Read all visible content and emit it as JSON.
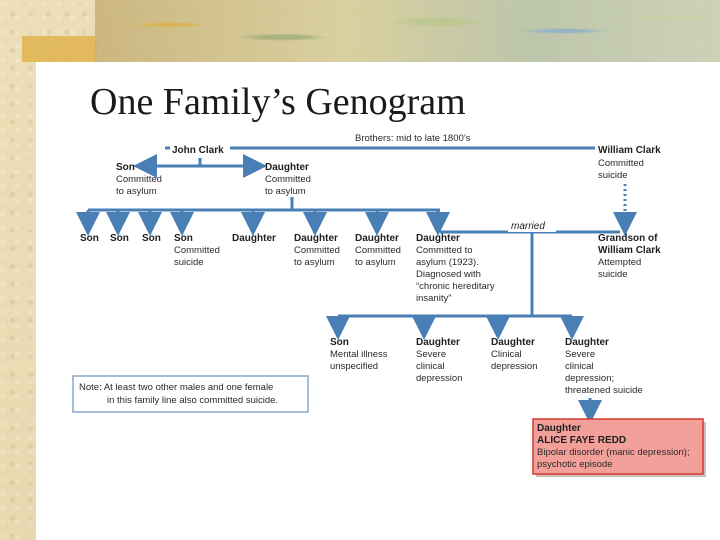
{
  "slide_title": "One Family’s Genogram",
  "header": {
    "john_clark": "John Clark",
    "brothers_note": "Brothers: mid to late 1800’s",
    "william_clark": "William Clark",
    "william_detail": [
      "Committed",
      "suicide"
    ]
  },
  "gen2": {
    "son": {
      "title": "Son",
      "detail": [
        "Committed",
        "to asylum"
      ]
    },
    "daughter": {
      "title": "Daughter",
      "detail": [
        "Committed",
        "to asylum"
      ]
    }
  },
  "gen3": [
    {
      "title": "Son",
      "detail": []
    },
    {
      "title": "Son",
      "detail": []
    },
    {
      "title": "Son",
      "detail": []
    },
    {
      "title": "Son",
      "detail": [
        "Committed",
        "suicide"
      ]
    },
    {
      "title": "Daughter",
      "detail": []
    },
    {
      "title": "Daughter",
      "detail": [
        "Committed",
        "to asylum"
      ]
    },
    {
      "title": "Daughter",
      "detail": [
        "Committed",
        "to asylum"
      ]
    },
    {
      "title": "Daughter",
      "detail": [
        "Committed to",
        "asylum (1923).",
        "Diagnosed with",
        "“chronic hereditary",
        "insanity”"
      ]
    }
  ],
  "married_label": "married",
  "grandson": {
    "title": [
      "Grandson of",
      "William Clark"
    ],
    "detail": [
      "Attempted",
      "suicide"
    ]
  },
  "gen4": [
    {
      "title": "Son",
      "detail": [
        "Mental illness",
        "unspecified"
      ]
    },
    {
      "title": "Daughter",
      "detail": [
        "Severe",
        "clinical",
        "depression"
      ]
    },
    {
      "title": "Daughter",
      "detail": [
        "Clinical",
        "depression"
      ]
    },
    {
      "title": "Daughter",
      "detail": [
        "Severe",
        "clinical",
        "depression;",
        "threatened suicide"
      ]
    }
  ],
  "note": [
    "Note: At least two other males and one female",
    "in this family line also committed suicide."
  ],
  "alice": {
    "title": "Daughter",
    "name": "ALICE FAYE REDD",
    "detail": [
      "Bipolar disorder (manic depression);",
      "psychotic episode"
    ]
  },
  "colors": {
    "line": "#4a7fb5",
    "highlight_box": "#f4a09a",
    "highlight_border": "#d23a32"
  }
}
